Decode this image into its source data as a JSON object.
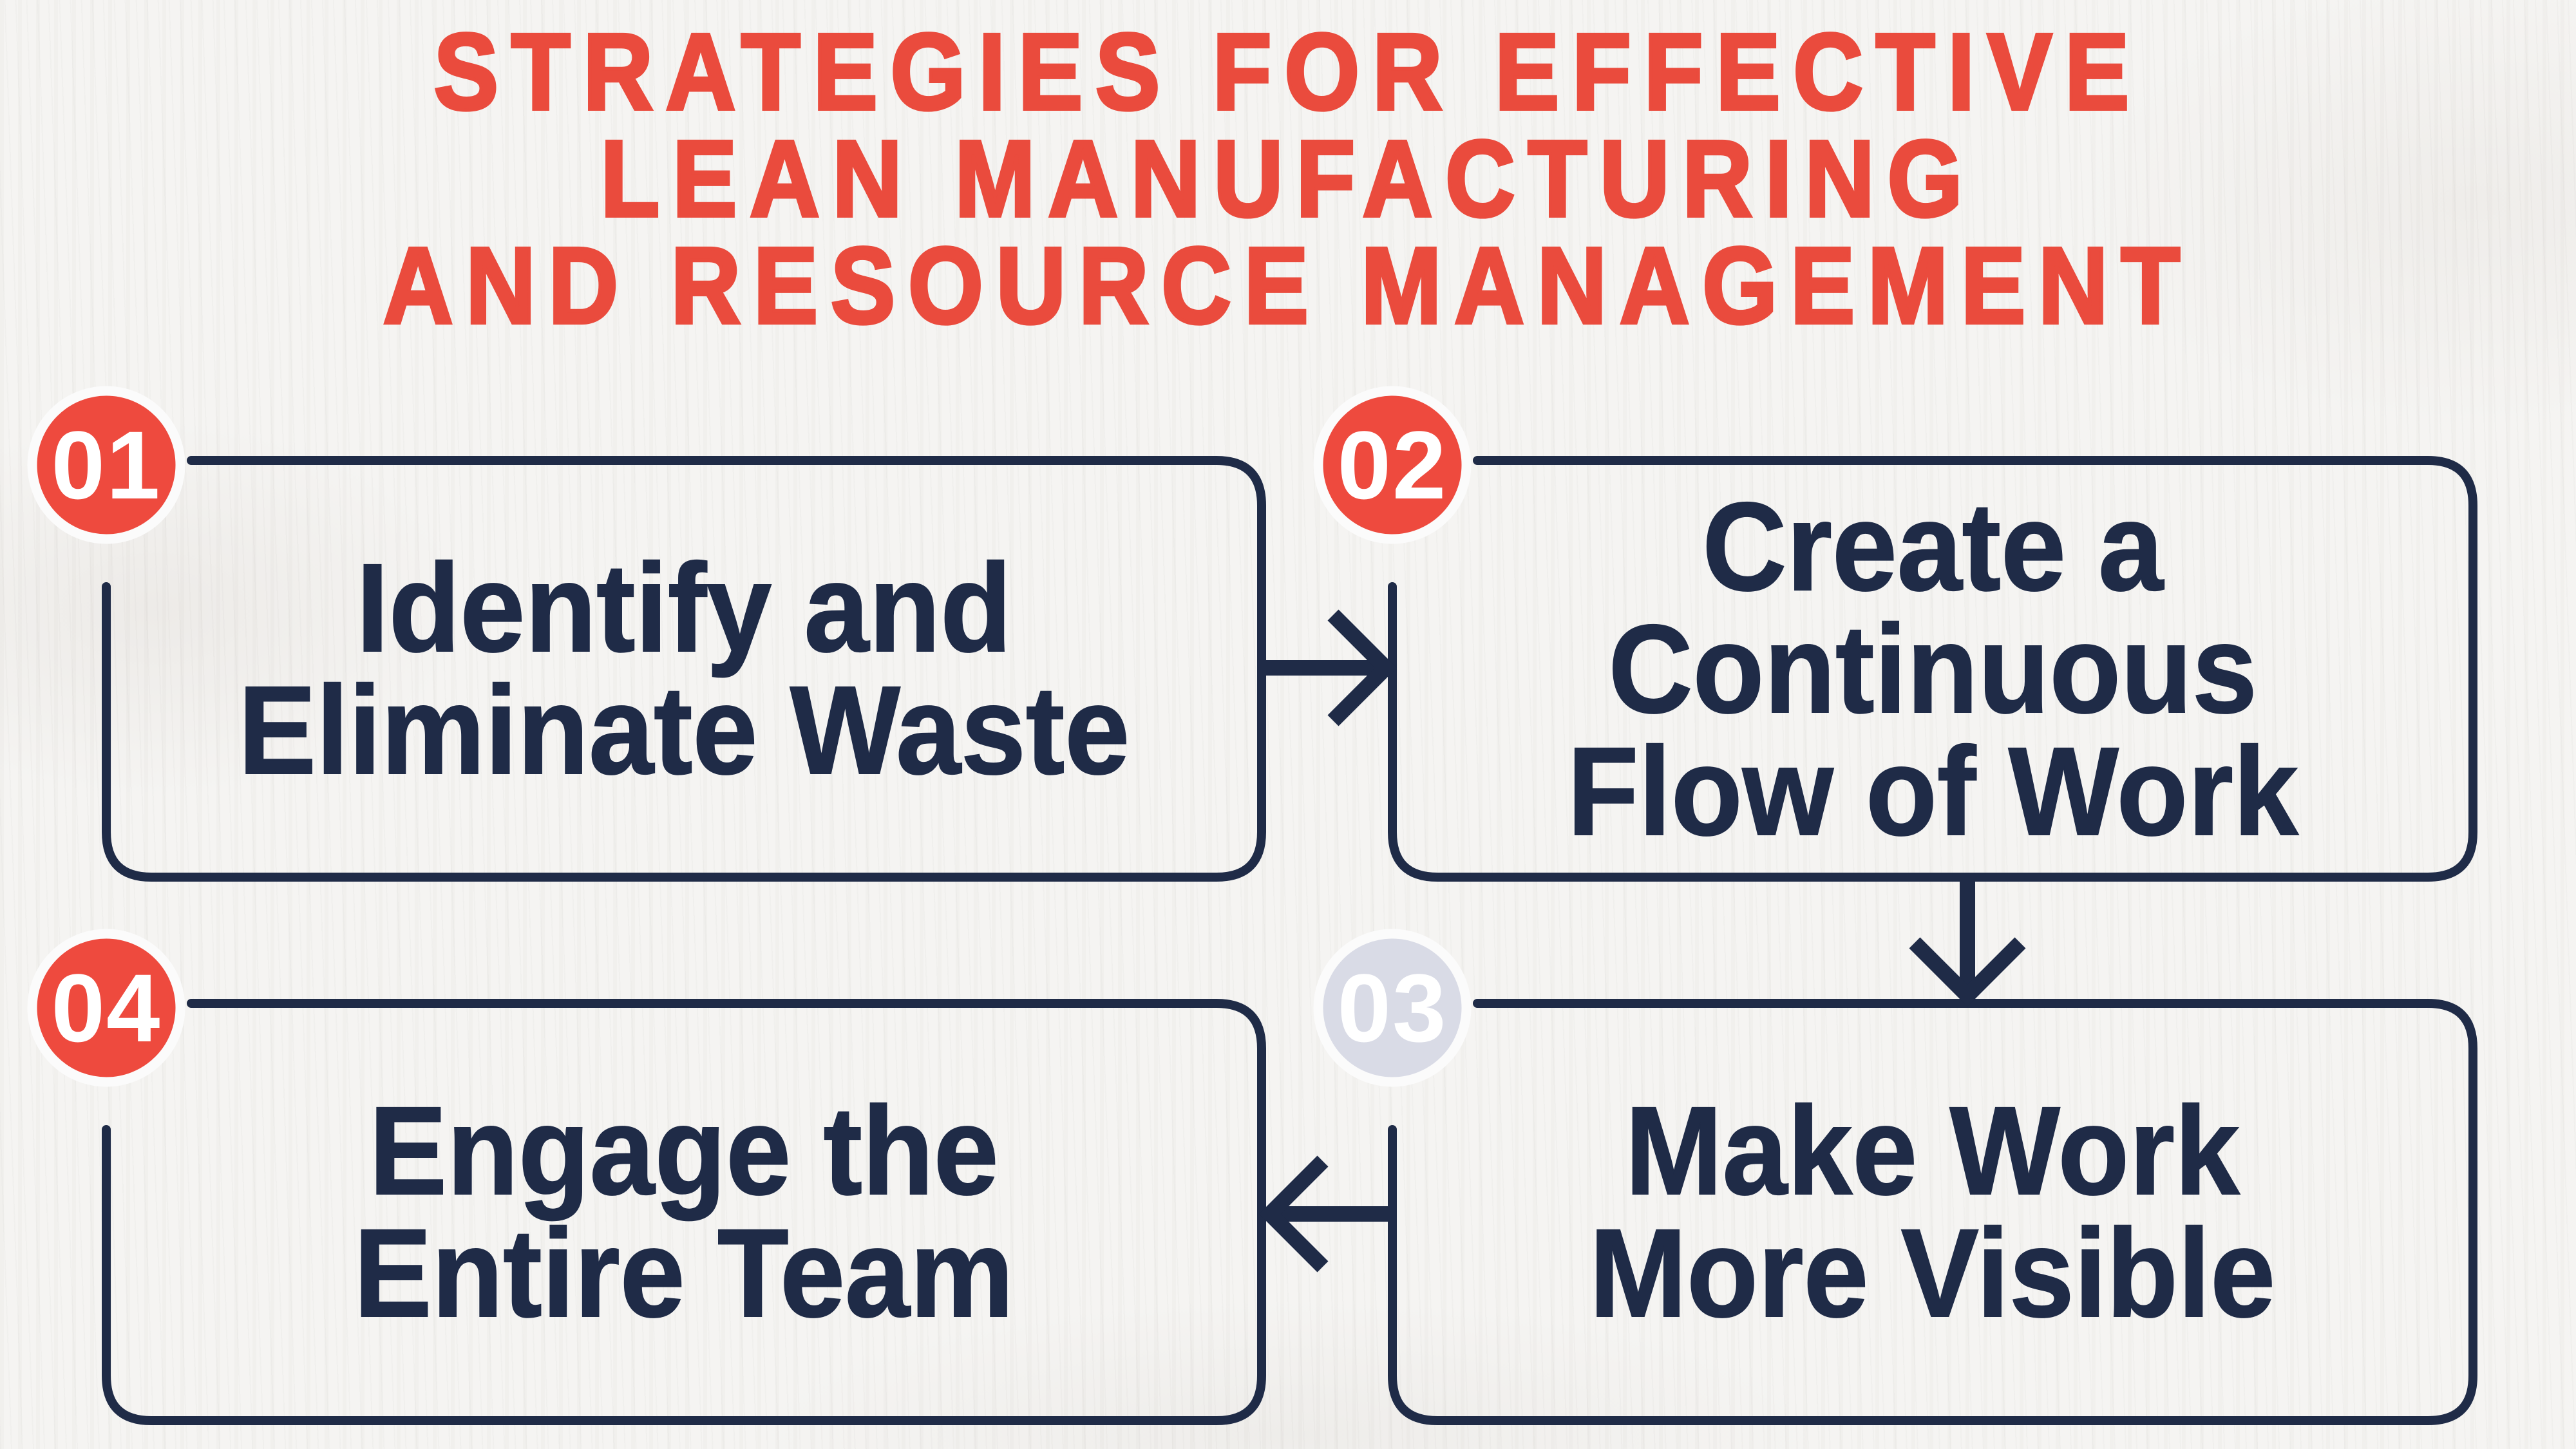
{
  "title": {
    "line1": "STRATEGIES FOR EFFECTIVE",
    "line2": "LEAN MANUFACTURING",
    "line3": "AND RESOURCE MANAGEMENT"
  },
  "colors": {
    "background": "#f5f4f2",
    "accent": "#ea4b3d",
    "outline": "#1f2b47",
    "text": "#1f2b47",
    "badge_ring": "#fbfbfb",
    "badge_number": "#ffffff",
    "badge_muted": "#d9dbe6"
  },
  "steps": [
    {
      "number": "01",
      "badge_color": "#ee4a3e",
      "lines": [
        "Identify and",
        "Eliminate Waste"
      ]
    },
    {
      "number": "02",
      "badge_color": "#ee4a3e",
      "lines": [
        "Create a",
        "Continuous",
        "Flow of Work"
      ]
    },
    {
      "number": "03",
      "badge_color": "#d9dbe6",
      "lines": [
        "Make Work",
        "More Visible"
      ]
    },
    {
      "number": "04",
      "badge_color": "#ee4a3e",
      "lines": [
        "Engage the",
        "Entire Team"
      ]
    }
  ],
  "flow": {
    "arrows": [
      {
        "from": "01",
        "to": "02",
        "direction": "right"
      },
      {
        "from": "02",
        "to": "03",
        "direction": "down"
      },
      {
        "from": "03",
        "to": "04",
        "direction": "left"
      }
    ]
  }
}
